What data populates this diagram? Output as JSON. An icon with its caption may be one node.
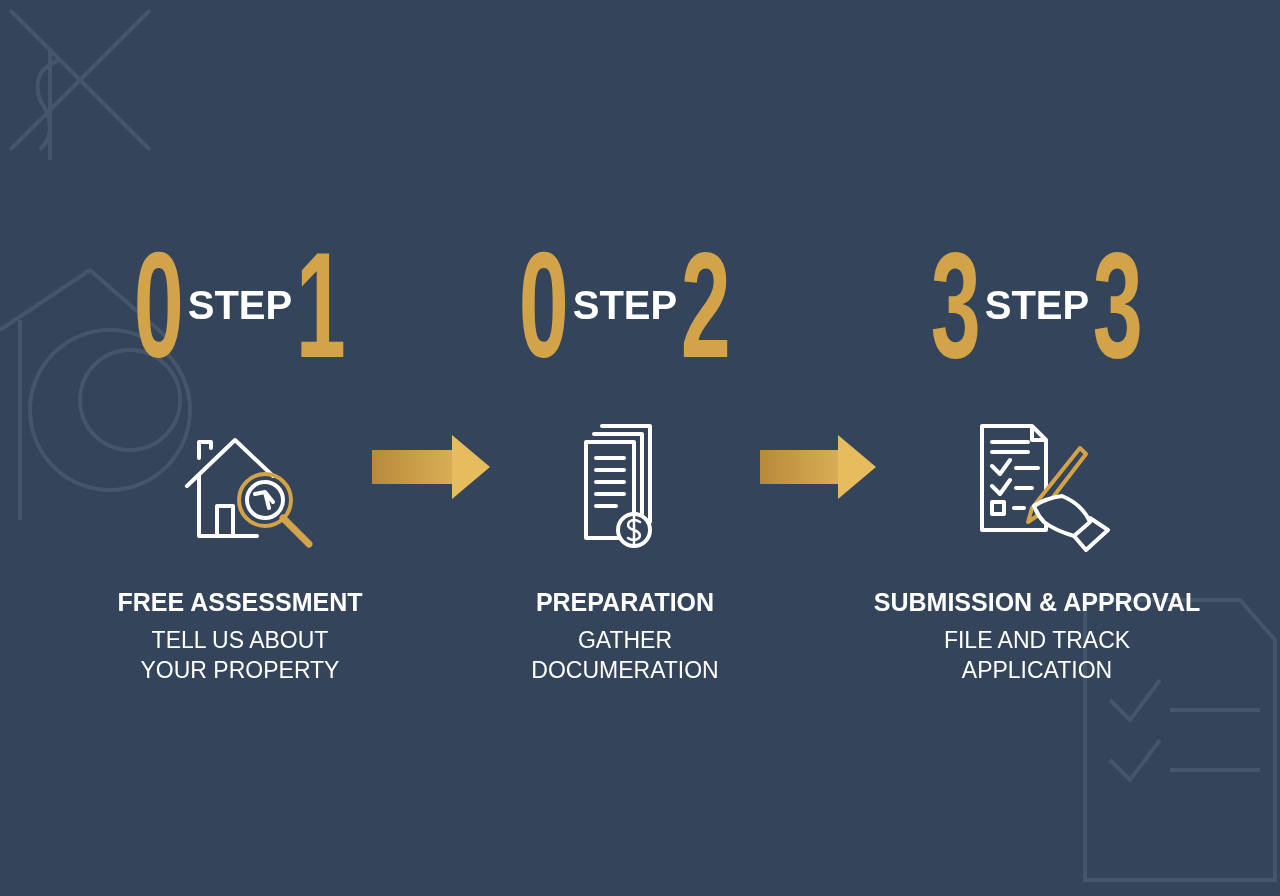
{
  "diagram": {
    "nodes": [
      {
        "text": [
          "0",
          "STEP",
          "1",
          "FREE ASSESSMENT",
          "TELL US ABOUT YOUR PROPERTY"
        ]
      },
      {
        "text": [
          "0",
          "STEP",
          "2",
          "PREPARATION",
          "GATHER DOCUMERATION"
        ]
      },
      {
        "text": [
          "3",
          "STEP",
          "3",
          "SUBMISSION & APPROVAL",
          "FILE AND TRACK APPLICATION"
        ]
      }
    ],
    "edges": [
      {
        "from": 0,
        "to": 1,
        "arrow": "to"
      },
      {
        "from": 1,
        "to": 2,
        "arrow": "to"
      }
    ]
  }
}
